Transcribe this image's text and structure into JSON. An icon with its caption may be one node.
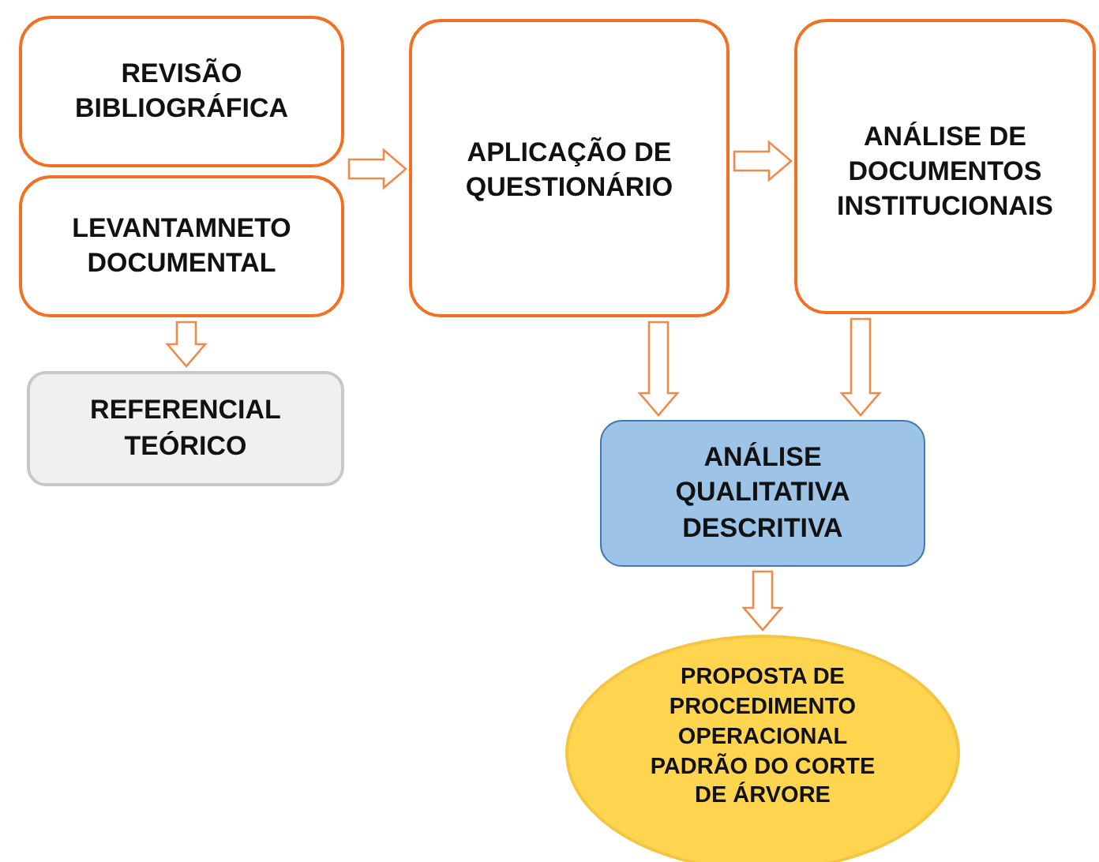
{
  "diagram": {
    "nodes": [
      {
        "text": [
          "REVISÃO BIBLIOGRÁFICA"
        ]
      },
      {
        "text": [
          "LEVANTAMNETO DOCUMENTAL"
        ]
      },
      {
        "text": [
          "APLICAÇÃO DE QUESTIONÁRIO"
        ]
      },
      {
        "text": [
          "ANÁLISE DE DOCUMENTOS INSTITUCIONAIS"
        ]
      },
      {
        "text": [
          "REFERENCIAL TEÓRICO"
        ]
      },
      {
        "text": [
          "ANÁLISE QUALITATIVA DESCRITIVA"
        ]
      },
      {
        "text": [
          "PROPOSTA DE PROCEDIMENTO OPERACIONAL PADRÃO DO CORTE DE ÁRVORE"
        ]
      }
    ],
    "edges": [
      {
        "from": 0,
        "to": 2,
        "arrow": "to"
      },
      {
        "from": 1,
        "to": 2,
        "arrow": "to"
      },
      {
        "from": 2,
        "to": 3,
        "arrow": "to"
      },
      {
        "from": 1,
        "to": 4,
        "arrow": "to"
      },
      {
        "from": 2,
        "to": 5,
        "arrow": "to"
      },
      {
        "from": 3,
        "to": 5,
        "arrow": "to"
      },
      {
        "from": 5,
        "to": 6,
        "arrow": "to"
      }
    ]
  }
}
